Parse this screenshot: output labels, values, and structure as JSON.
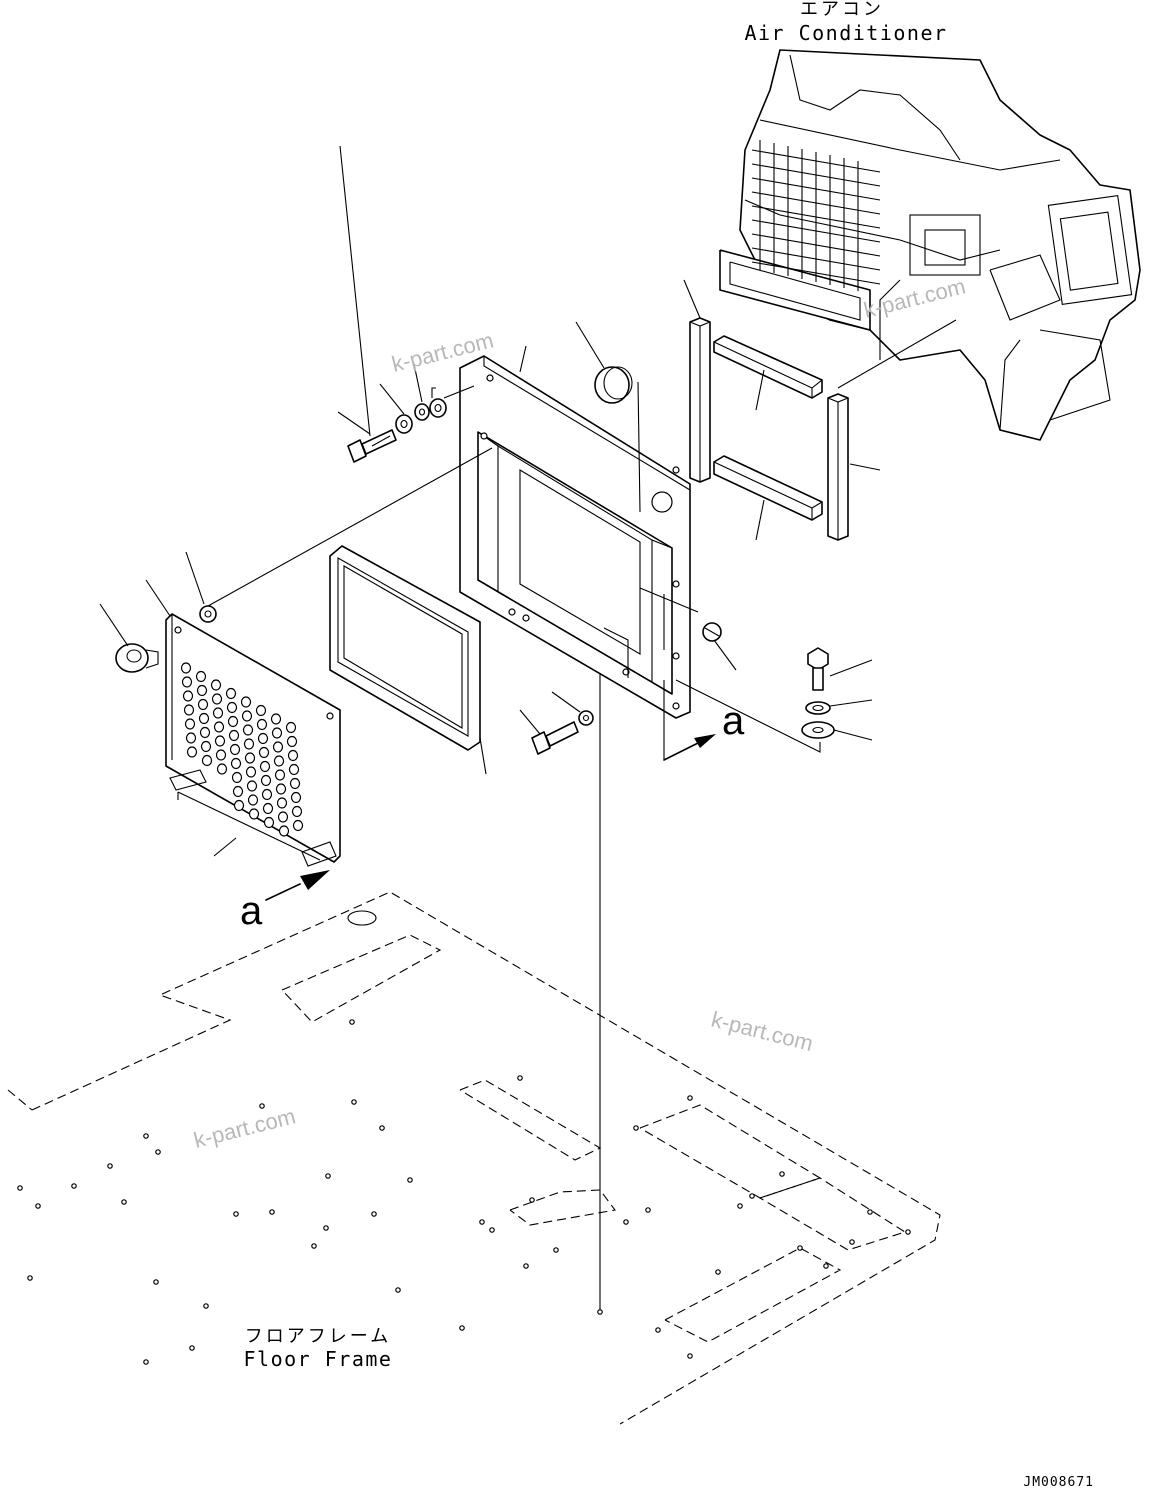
{
  "labels": {
    "air_conditioner_jp": "エアコン",
    "air_conditioner_en": "Air Conditioner",
    "floor_frame_jp": "フロアフレーム",
    "floor_frame_en": "Floor Frame",
    "view_marker_1": "a",
    "view_marker_2": "a",
    "drawing_code": "JM008671"
  },
  "watermarks": [
    "k-part.com",
    "k-part.com",
    "k-part.com",
    "k-part.com"
  ],
  "icons": {
    "knob": "knob-icon",
    "bolt": "bolt-icon",
    "washer": "washer-icon",
    "grommet": "grommet-icon",
    "arrow": "arrow-icon"
  }
}
